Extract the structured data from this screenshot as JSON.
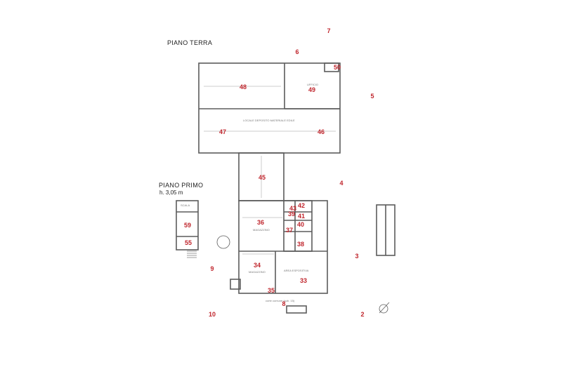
{
  "titles": {
    "ground_floor": "PIANO TERRA",
    "first_floor": "PIANO PRIMO",
    "first_floor_height": "h. 3,05 m"
  },
  "room_labels": {
    "large_hall": "LOCALE DEPOSITO MATERIALE EDILE",
    "office": "UFFICIO",
    "warehouse": "MAGAZZINO",
    "warehouse_2": "MAGAZZINO",
    "exhibition": "AREA ESPOSITIVA",
    "scale": "SCALA",
    "courtyard": "corte comune (sub. 15)"
  },
  "photo_markers": [
    "2",
    "3",
    "4",
    "5",
    "6",
    "7",
    "8",
    "9",
    "10",
    "33",
    "34",
    "35",
    "36",
    "37",
    "38",
    "39",
    "40",
    "41",
    "42",
    "43",
    "45",
    "46",
    "47",
    "48",
    "49",
    "50",
    "55",
    "59"
  ],
  "colors": {
    "wall": "#5b5b5b",
    "marker": "#c0262d",
    "text": "#222222"
  }
}
